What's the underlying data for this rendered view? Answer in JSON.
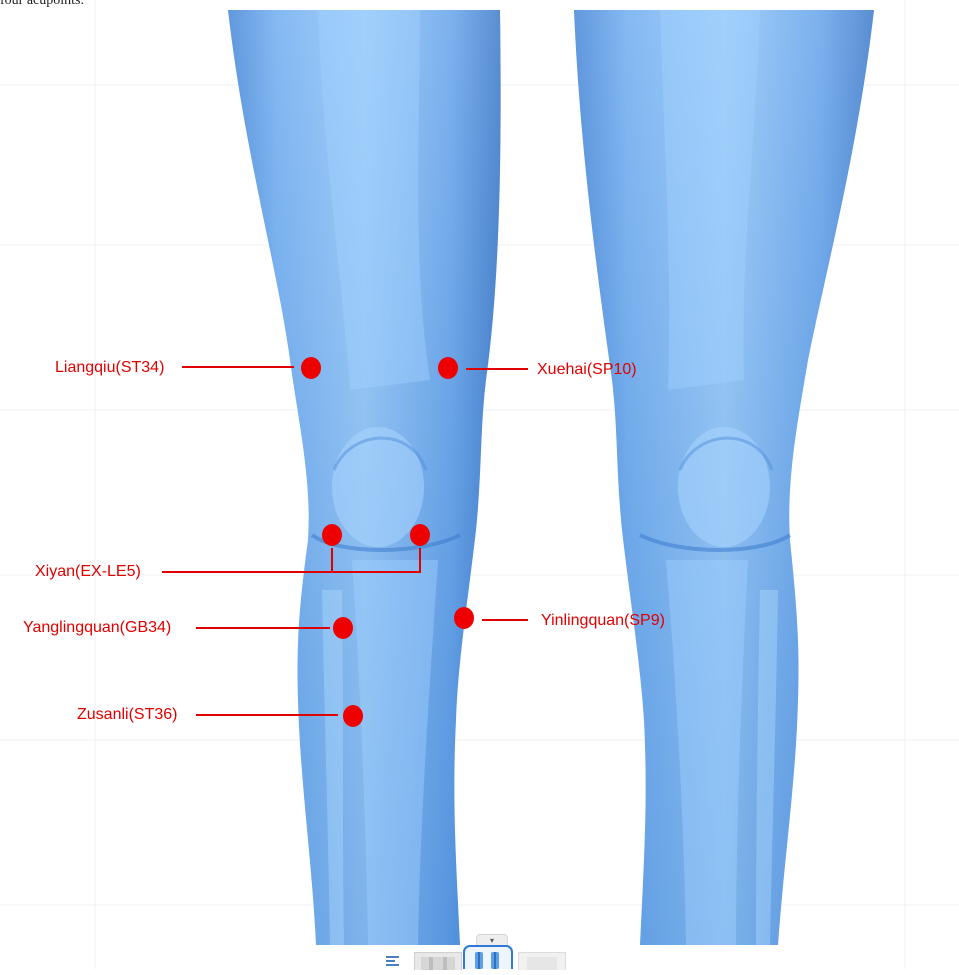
{
  "caption": "four acupoints.",
  "acupoints": [
    {
      "name": "liangqiu",
      "label": "Liangqiu(ST34)"
    },
    {
      "name": "xuehai",
      "label": "Xuehai(SP10)"
    },
    {
      "name": "xiyan",
      "label": "Xiyan(EX-LE5)"
    },
    {
      "name": "yanglingquan",
      "label": "Yanglingquan(GB34)"
    },
    {
      "name": "yinlingquan",
      "label": "Yinlingquan(SP9)"
    },
    {
      "name": "zusanli",
      "label": "Zusanli(ST36)"
    }
  ],
  "toolbar": {
    "collapse_icon": "triangle-down-icon",
    "items": [
      {
        "icon": "list-icon"
      },
      {
        "icon": "bones-thumbnail-icon"
      },
      {
        "icon": "legs-thumbnail-icon",
        "selected": true
      },
      {
        "icon": "muscle-thumbnail-icon"
      }
    ]
  },
  "colors": {
    "background": "#ffffff",
    "leg_light": "#8cc3f7",
    "leg_mid": "#5a9ee8",
    "leg_dark": "#2f6fbf",
    "marker": "#ee0000",
    "label": "#e10000",
    "toolbar_accent": "#2f7ad8"
  }
}
